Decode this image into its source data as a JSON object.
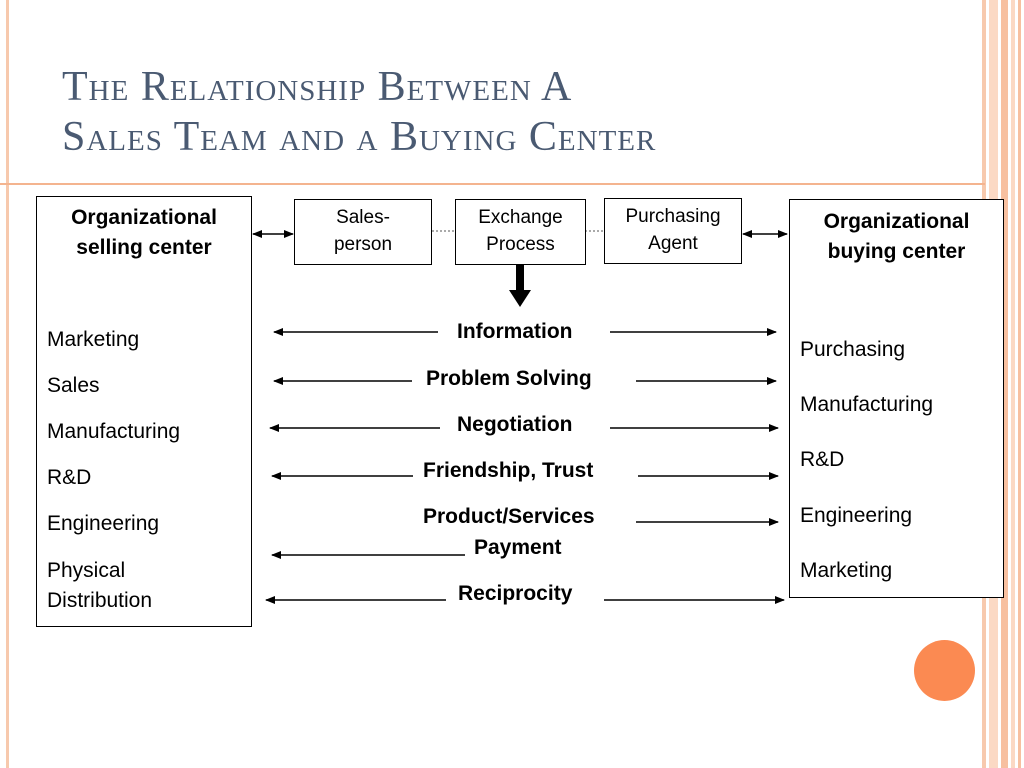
{
  "slide": {
    "title_line1": "The Relationship Between A",
    "title_line2": "Sales Team and a Buying Center",
    "accent_color": "#f4b48f",
    "circle_color": "#fb8a52"
  },
  "selling_center": {
    "heading_line1": "Organizational",
    "heading_line2": "selling center",
    "items": [
      "Marketing",
      "Sales",
      "Manufacturing",
      "R&D",
      "Engineering",
      "Physical",
      "Distribution"
    ]
  },
  "buying_center": {
    "heading_line1": "Organizational",
    "heading_line2": "buying center",
    "items": [
      "Purchasing",
      "Manufacturing",
      "R&D",
      "Engineering",
      "Marketing"
    ]
  },
  "top_boxes": {
    "salesperson": {
      "line1": "Sales-",
      "line2": "person"
    },
    "exchange": {
      "line1": "Exchange",
      "line2": "Process"
    },
    "purchasing_agent": {
      "line1": "Purchasing",
      "line2": "Agent"
    }
  },
  "relationships": [
    "Information",
    "Problem Solving",
    "Negotiation",
    "Friendship, Trust",
    "Product/Services",
    "Payment",
    "Reciprocity"
  ]
}
